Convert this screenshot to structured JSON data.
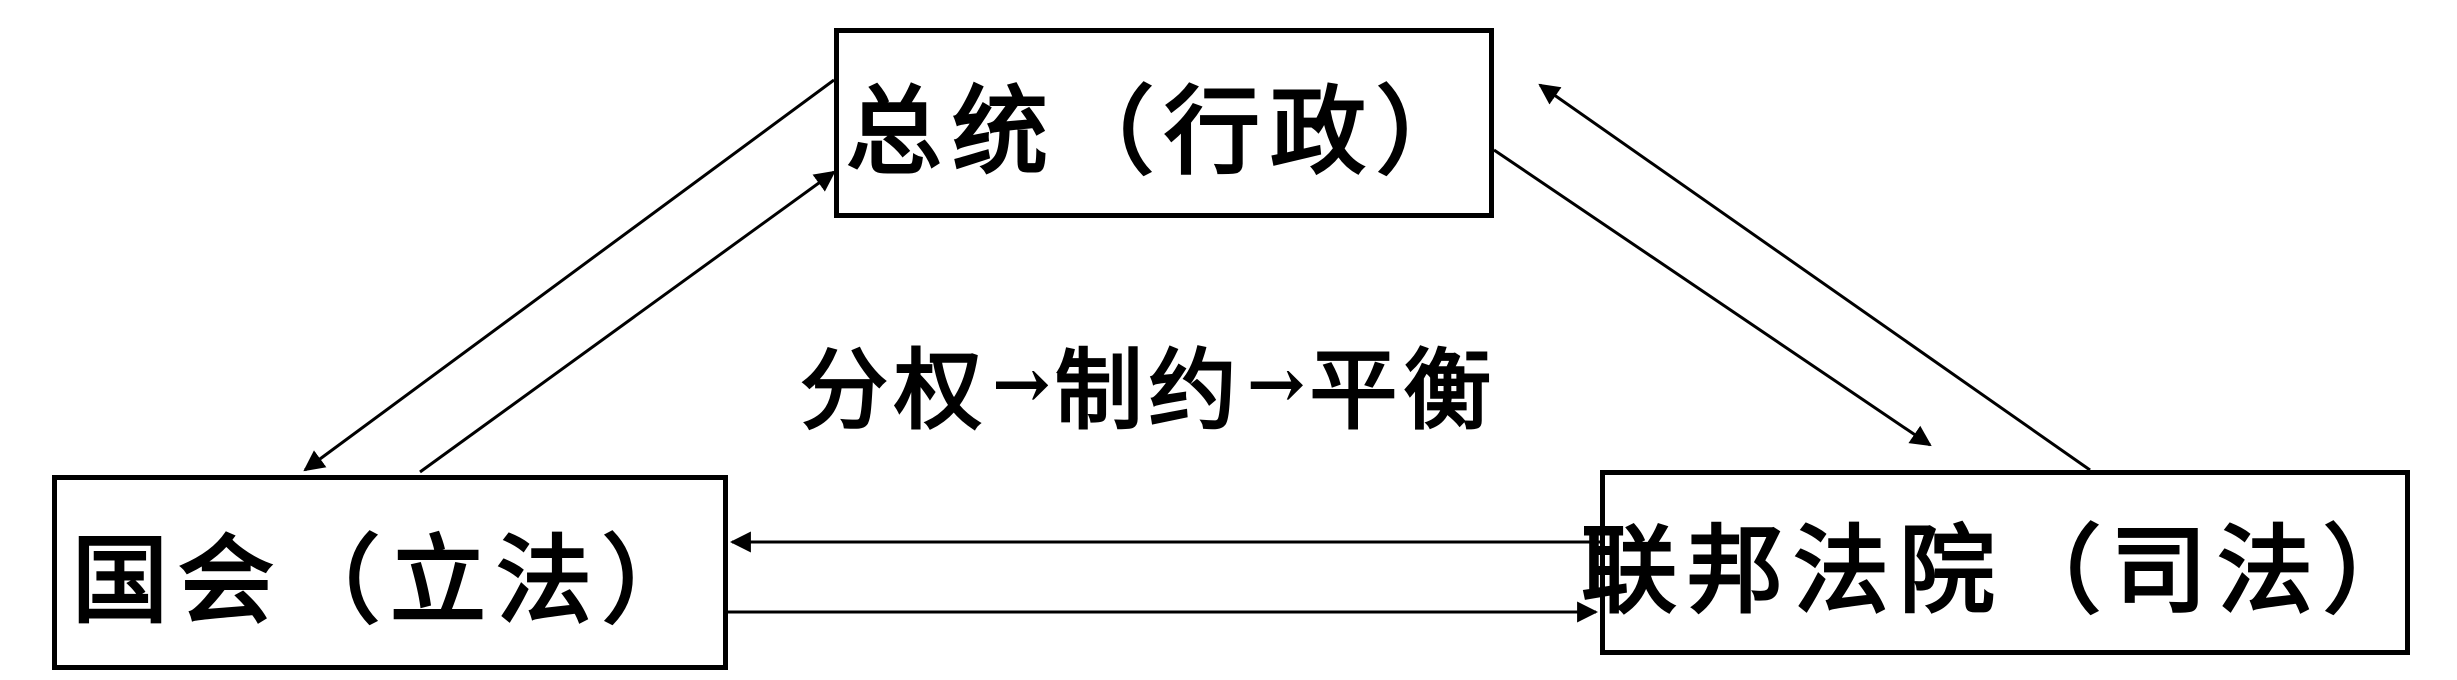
{
  "nodes": {
    "president": "总统（行政）",
    "congress": "国会（立法）",
    "court": "联邦法院（司法）"
  },
  "principle": {
    "step1": "分权",
    "step2": "制约",
    "step3": "平衡",
    "arrow": "→"
  },
  "edges": [
    {
      "from": "president",
      "to": "congress"
    },
    {
      "from": "congress",
      "to": "president"
    },
    {
      "from": "president",
      "to": "court"
    },
    {
      "from": "court",
      "to": "president"
    },
    {
      "from": "court",
      "to": "congress"
    },
    {
      "from": "congress",
      "to": "court"
    }
  ],
  "colors": {
    "line": "#000000",
    "background": "#ffffff"
  }
}
